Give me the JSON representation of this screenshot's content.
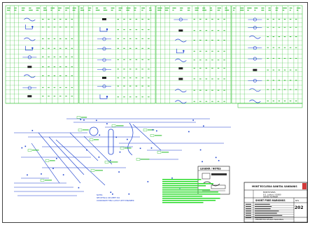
{
  "drawing": {
    "title_block": {
      "project_line_1": "MONT'ECCLESIA SANITAL SANDANIS",
      "owner_name": "MONTCHANIS",
      "owner_address": "8 S. Lobbys / 00000",
      "owner_sub": "SERIES NUMBER",
      "sheet_title": "SHORT FREE MARKINGS",
      "scale_label": "NTS",
      "sheet_number": "202",
      "footer_text": "PERIMETER DESIGN MARKINGS"
    },
    "legend": {
      "title": "LEGEND / NOTES"
    },
    "notes": {
      "line_1": "NOTES:",
      "line_2": "SEE DETAILS ON SHEET 301",
      "line_3": "COORDINATE FIELD LAYOUT WITH ENGINEER"
    },
    "colors": {
      "grid_lines": "#22bb22",
      "drawing_lines": "#1a3fcf",
      "highlight_block": "#33dd33",
      "border": "#111111"
    }
  }
}
